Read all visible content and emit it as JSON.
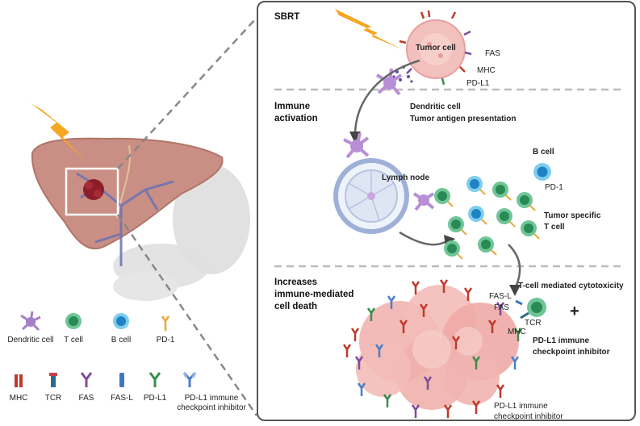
{
  "sections": {
    "sbrt": "SBRT",
    "immune_activation_1": "Immune",
    "immune_activation_2": "activation",
    "increases_1": "Increases",
    "increases_2": "immune-mediated",
    "increases_3": "cell death"
  },
  "labels": {
    "tumor_cell": "Tumor cell",
    "fas": "FAS",
    "mhc": "MHC",
    "pdl1": "PD-L1",
    "dendritic_cell": "Dendritic cell",
    "tumor_antigen": "Tumor antigen presentation",
    "lymph_node": "Lymph node",
    "b_cell": "B cell",
    "pd1": "PD-1",
    "tumor_specific_1": "Tumor specific",
    "tumor_specific_2": "T cell",
    "t_cell_cytotoxicity": "T-cell mediated cytotoxicity",
    "fasl": "FAS-L",
    "fas2": "FAS",
    "tcr": "TCR",
    "mhc2": "MHC",
    "plus": "+",
    "inhibitor_1": "PD-L1 immune",
    "inhibitor_2": "checkpoint inhibitor",
    "inhibitor_bottom_1": "PD-L1 immune",
    "inhibitor_bottom_2": "checkpoint inhibitor"
  },
  "legend": {
    "row1": [
      "Dendritic cell",
      "T cell",
      "B cell",
      "PD-1"
    ],
    "row2": [
      "MHC",
      "TCR",
      "FAS",
      "FAS-L",
      "PD-L1",
      "PD-L1 immune",
      "checkpoint inhibitor"
    ]
  },
  "colors": {
    "lightning": "#f5a623",
    "tumor": "#e8a0a0",
    "t_cell": "#3aa86b",
    "b_cell": "#2a9fd6",
    "dendritic": "#a77fc8",
    "mhc": "#c0392b",
    "fas": "#7d4b9e",
    "pd1": "#e8a93a",
    "pdl1": "#3a8d4e",
    "inhibitor": "#4a7fc8"
  }
}
